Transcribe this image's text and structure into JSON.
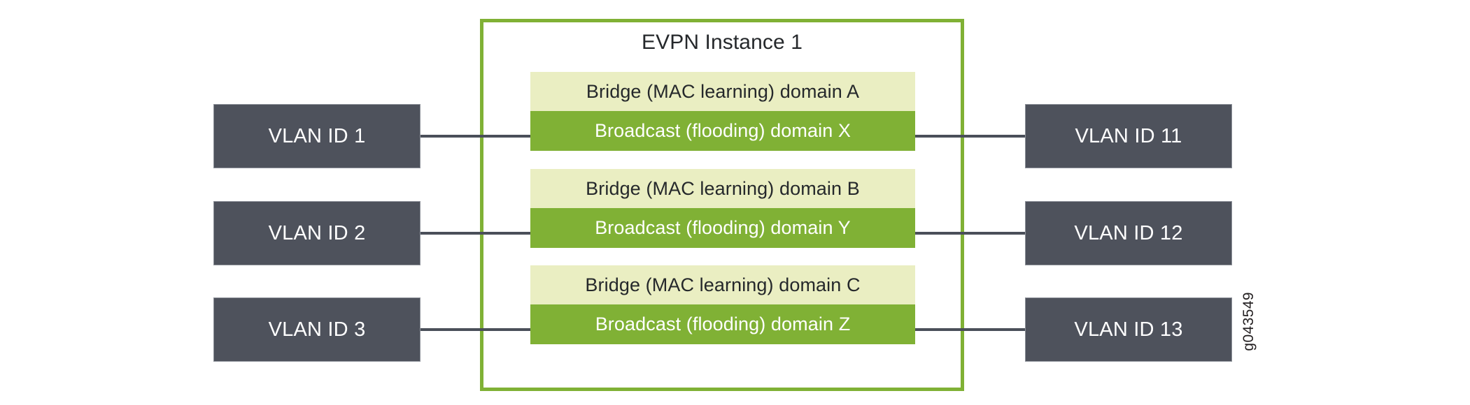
{
  "figure": {
    "watermark": "g043549",
    "colors": {
      "bridge_domain_fill": "#eaeec2",
      "broadcast_domain_fill": "#80b135",
      "vlan_box_fill": "#4e525c",
      "evpn_border": "#80b135",
      "connector_line": "#4a4f59",
      "background": "#ffffff",
      "dark_text": "#25282b",
      "light_text": "#ffffff"
    }
  },
  "evpn_instance": {
    "title": "EVPN Instance 1",
    "rows": [
      {
        "left_vlan": "VLAN ID 1",
        "bridge_domain": "Bridge (MAC learning) domain A",
        "broadcast_domain": "Broadcast (flooding) domain X",
        "right_vlan": "VLAN ID 11"
      },
      {
        "left_vlan": "VLAN ID 2",
        "bridge_domain": "Bridge (MAC learning) domain B",
        "broadcast_domain": "Broadcast (flooding) domain Y",
        "right_vlan": "VLAN ID 12"
      },
      {
        "left_vlan": "VLAN ID 3",
        "bridge_domain": "Bridge (MAC learning) domain C",
        "broadcast_domain": "Broadcast (flooding) domain Z",
        "right_vlan": "VLAN ID 13"
      }
    ]
  }
}
